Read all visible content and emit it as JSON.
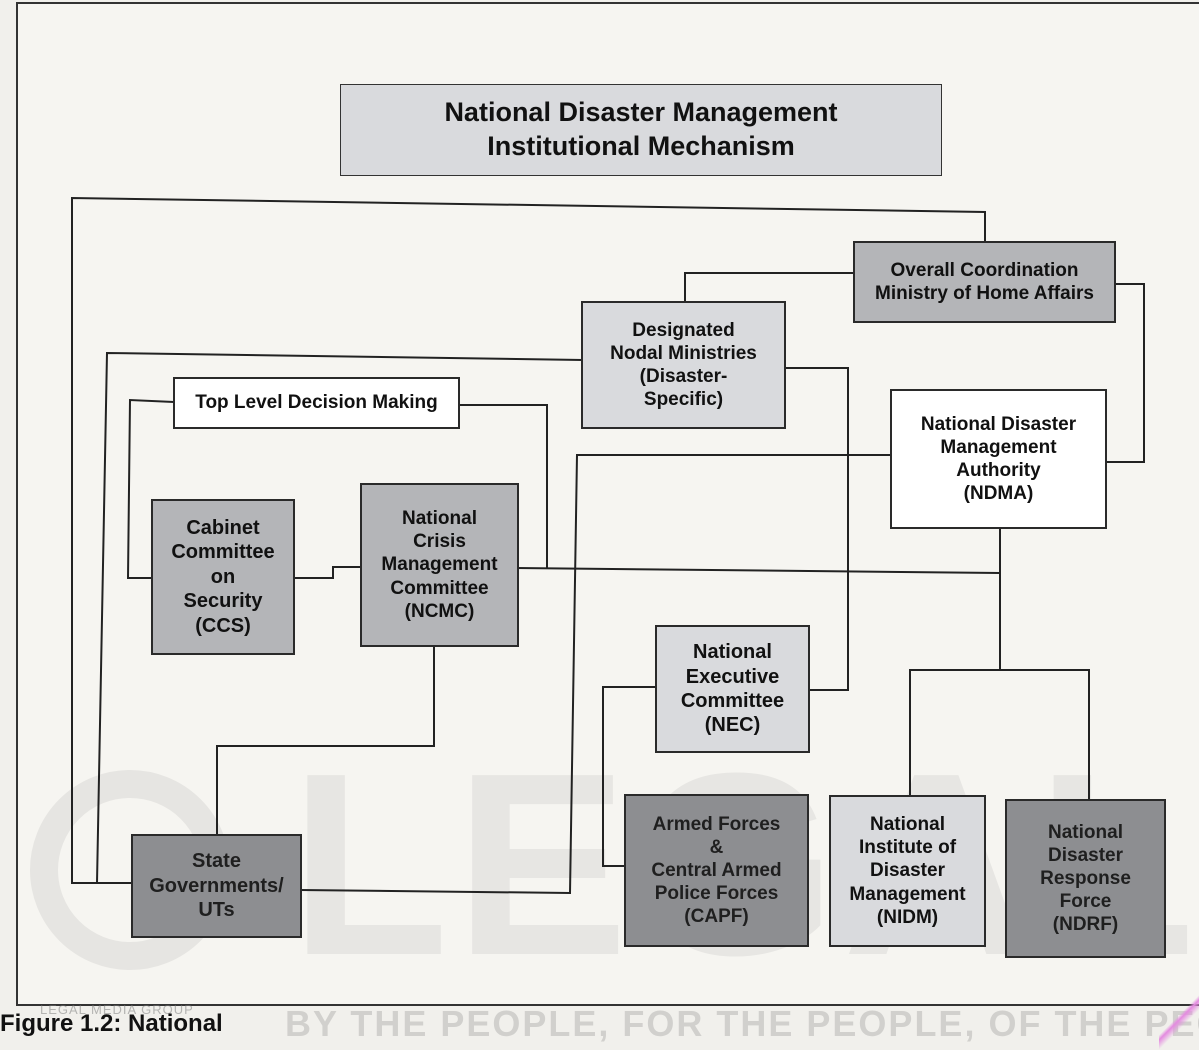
{
  "diagram": {
    "title": "National Disaster Management\nInstitutional Mechanism",
    "nodes": {
      "moha": "Overall Coordination\nMinistry of Home Affairs",
      "nodal_ministries": "Designated\nNodal Ministries\n(Disaster-\nSpecific)",
      "top_level": "Top Level Decision Making",
      "ndma": "National Disaster\nManagement\nAuthority\n(NDMA)",
      "ccs": "Cabinet\nCommittee\non\nSecurity\n(CCS)",
      "ncmc": "National\nCrisis\nManagement\nCommittee\n(NCMC)",
      "nec": "National\nExecutive\nCommittee\n(NEC)",
      "state": "State\nGovernments/\nUTs",
      "capf": "Armed Forces\n&\nCentral Armed\nPolice Forces\n(CAPF)",
      "nidm": "National\nInstitute of\nDisaster\nManagement\n(NIDM)",
      "ndrf": "National\nDisaster\nResponse\nForce\n(NDRF)"
    }
  },
  "watermark": {
    "brand": "LEGAL",
    "slogan": "BY THE PEOPLE, FOR THE PEOPLE, OF THE PEOPLE",
    "group": "LEGAL MEDIA GROUP"
  },
  "caption": "Figure 1.2: National"
}
